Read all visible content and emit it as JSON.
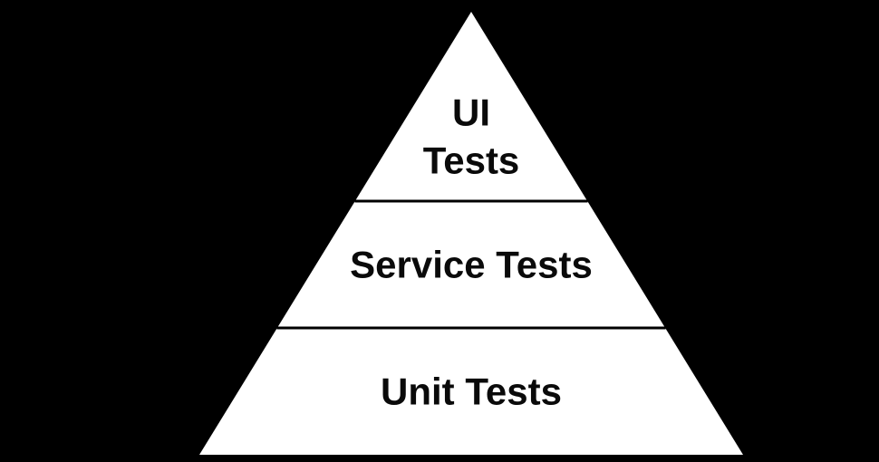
{
  "diagram": {
    "type": "pyramid",
    "layers": [
      {
        "id": "ui-tests",
        "label": "UI Tests",
        "lines": [
          "UI",
          "Tests"
        ],
        "position": "top"
      },
      {
        "id": "service-tests",
        "label": "Service Tests",
        "lines": [
          "Service Tests"
        ],
        "position": "middle"
      },
      {
        "id": "unit-tests",
        "label": "Unit Tests",
        "lines": [
          "Unit Tests"
        ],
        "position": "bottom"
      }
    ],
    "colors": {
      "background": "#000000",
      "layer_fill": "#ffffff",
      "divider": "#000000",
      "label_text": "#0a0a0a"
    }
  }
}
